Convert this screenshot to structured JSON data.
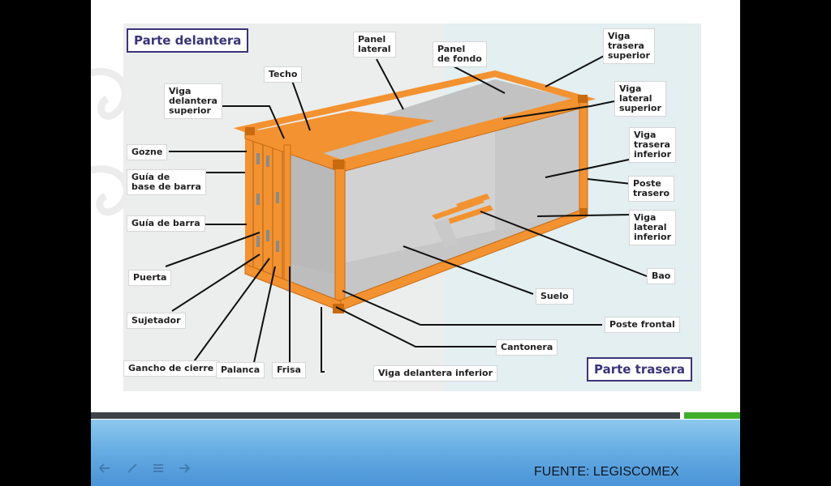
{
  "labels": {
    "parte_delantera": "Parte delantera",
    "parte_trasera": "Parte trasera",
    "panel_lateral": "Panel\nlateral",
    "panel_de_fondo": "Panel\nde fondo",
    "viga_trasera_superior": "Viga\ntrasera\nsuperior",
    "techo": "Techo",
    "viga_delantera_superior": "Viga\ndelantera\nsuperior",
    "viga_lateral_superior": "Viga\nlateral\nsuperior",
    "gozne": "Gozne",
    "viga_trasera_inferior": "Viga\ntrasera\ninferior",
    "guia_de_base_de_barra": "Guía de\nbase de barra",
    "poste_trasero": "Poste\ntrasero",
    "guia_de_barra": "Guía de barra",
    "viga_lateral_inferior": "Viga\nlateral\ninferior",
    "puerta": "Puerta",
    "bao": "Bao",
    "suelo": "Suelo",
    "sujetador": "Sujetador",
    "poste_frontal": "Poste frontal",
    "cantonera": "Cantonera",
    "gancho_de_cierre": "Gancho de cierre",
    "palanca": "Palanca",
    "frisa": "Frisa",
    "viga_delantera_inferior": "Viga delantera inferior"
  },
  "footer": {
    "source": "FUENTE: LEGISCOMEX"
  },
  "colors": {
    "frame_orange": "#f39230",
    "frame_dark": "#c96a10",
    "panel_grey": "#c9c9c9",
    "title_border": "#3b3478"
  },
  "icons": [
    "back-arrow-icon",
    "pen-icon",
    "menu-icon",
    "forward-arrow-icon"
  ]
}
